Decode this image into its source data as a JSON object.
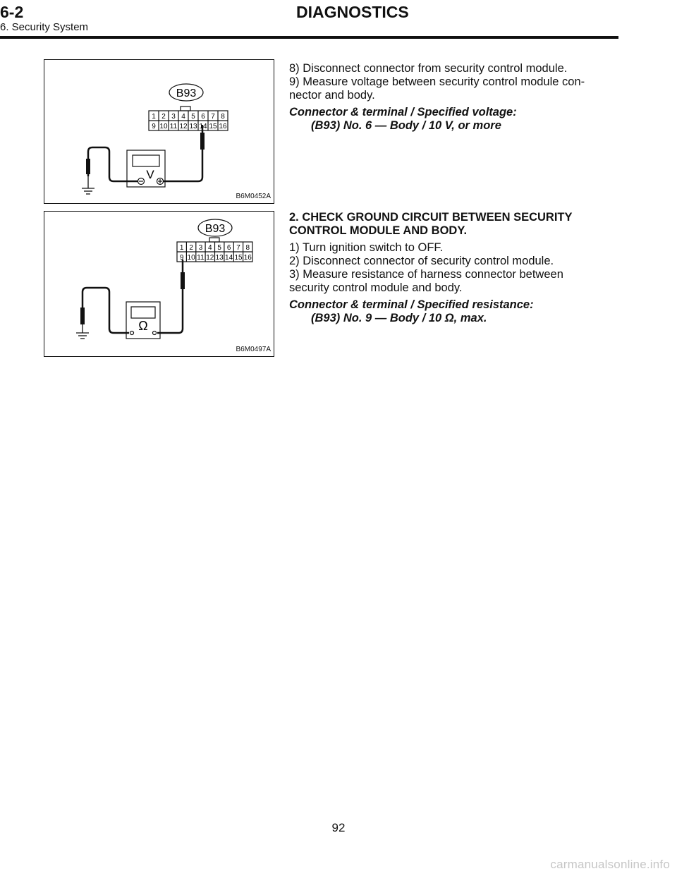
{
  "header": {
    "section": "6-2",
    "title": "DIAGNOSTICS",
    "subtitle": "6. Security System"
  },
  "figure1": {
    "code": "B6M0452A",
    "connector_label": "B93",
    "top_pins": [
      "1",
      "2",
      "3",
      "4",
      "5",
      "6",
      "7",
      "8"
    ],
    "bottom_pins": [
      "9",
      "10",
      "11",
      "12",
      "13",
      "14",
      "15",
      "16"
    ],
    "meter_symbol": "V"
  },
  "figure2": {
    "code": "B6M0497A",
    "connector_label": "B93",
    "top_pins": [
      "1",
      "2",
      "3",
      "4",
      "5",
      "6",
      "7",
      "8"
    ],
    "bottom_pins": [
      "9",
      "10",
      "11",
      "12",
      "13",
      "14",
      "15",
      "16"
    ],
    "meter_symbol": "Ω"
  },
  "block1": {
    "step8": "8) Disconnect connector from security control module.",
    "step9_line1": "9) Measure voltage between security control module con-",
    "step9_line2": "nector and body.",
    "spec_label": "Connector & terminal / Specified voltage:",
    "spec_value": "(B93) No. 6 — Body / 10 V, or more"
  },
  "block2": {
    "heading_line1": "2. CHECK GROUND CIRCUIT BETWEEN SECURITY",
    "heading_line2": "CONTROL MODULE AND BODY.",
    "step1": "1) Turn ignition switch to OFF.",
    "step2": "2) Disconnect connector of security control module.",
    "step3_line1": "3) Measure resistance of harness connector between",
    "step3_line2": "security control module and body.",
    "spec_label": "Connector & terminal / Specified resistance:",
    "spec_value": "(B93) No. 9 — Body / 10 Ω, max."
  },
  "page_number": "92",
  "watermark": "carmanualsonline.info"
}
